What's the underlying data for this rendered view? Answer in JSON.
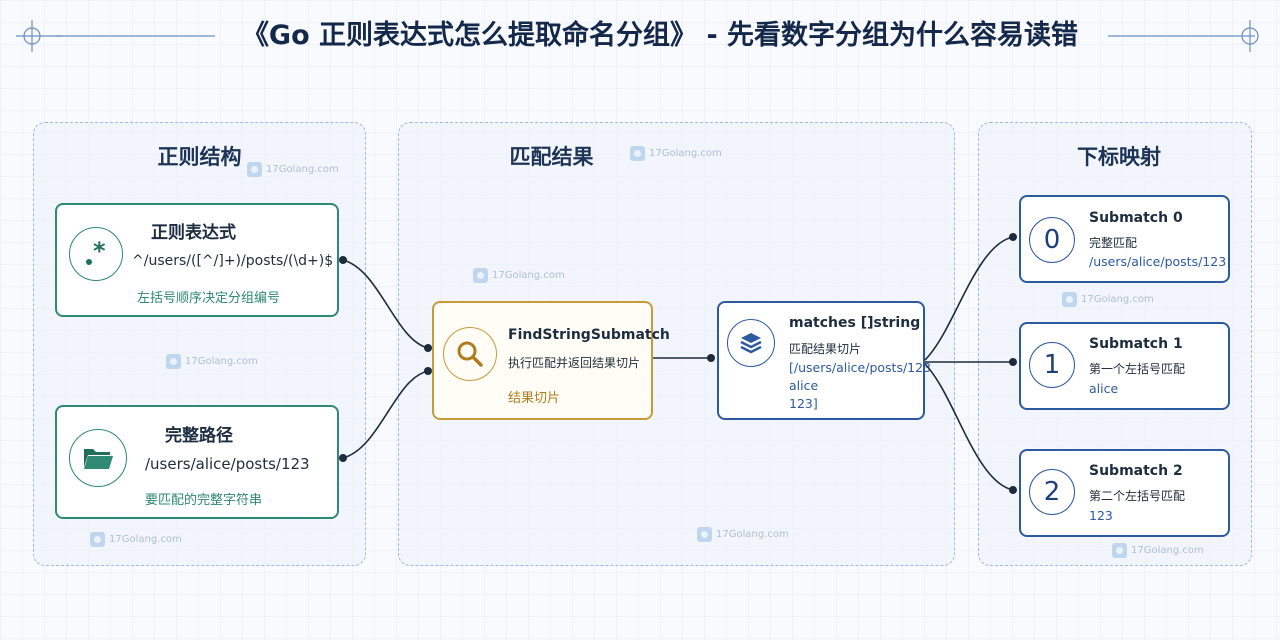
{
  "title": "《Go 正则表达式怎么提取命名分组》 - 先看数字分组为什么容易读错",
  "colors": {
    "green": "#2e8a72",
    "gold": "#c99a3a",
    "blue": "#2c5aa0",
    "title": "#13284a"
  },
  "watermark": "17Golang.com",
  "panels": {
    "regex": {
      "title": "正则结构",
      "pattern_card": {
        "icon": "regex-icon",
        "title": "正则表达式",
        "pattern": "^/users/([^/]+)/posts/(\\d+)$",
        "note": "左括号顺序决定分组编号"
      },
      "path_card": {
        "icon": "folder-icon",
        "title": "完整路径",
        "path": "/users/alice/posts/123",
        "note": "要匹配的完整字符串"
      }
    },
    "result": {
      "title": "匹配结果",
      "func_card": {
        "icon": "search-icon",
        "title": "FindStringSubmatch",
        "desc": "执行匹配并返回结果切片",
        "note": "结果切片"
      },
      "matches_card": {
        "icon": "layers-icon",
        "title": "matches []string",
        "desc": "匹配结果切片",
        "lines": [
          "[/users/alice/posts/123",
          "alice",
          "123]"
        ]
      }
    },
    "mapping": {
      "title": "下标映射",
      "items": [
        {
          "index": "0",
          "title": "Submatch 0",
          "desc": "完整匹配",
          "value": "/users/alice/posts/123"
        },
        {
          "index": "1",
          "title": "Submatch 1",
          "desc": "第一个左括号匹配",
          "value": "alice"
        },
        {
          "index": "2",
          "title": "Submatch 2",
          "desc": "第二个左括号匹配",
          "value": "123"
        }
      ]
    }
  }
}
